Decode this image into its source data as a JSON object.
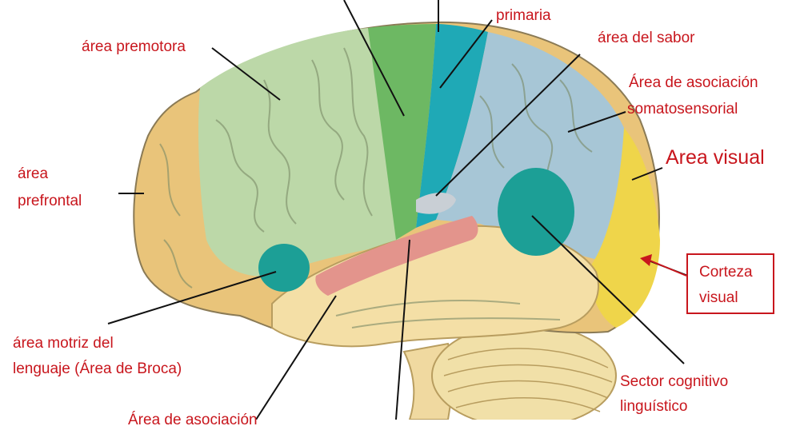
{
  "labels": {
    "primaria": "primaria",
    "premotora": "área premotora",
    "sabor": "área del sabor",
    "asociacion_1": "Área de asociación",
    "asociacion_2": "somatosensorial",
    "visual": "Area visual",
    "prefrontal_1": "área",
    "prefrontal_2": "prefrontal",
    "corteza_1": "Corteza",
    "corteza_2": "visual",
    "broca_1": "área motriz del",
    "broca_2": "lenguaje (Área de Broca)",
    "cognitivo_1": "Sector cognitivo",
    "cognitivo_2": "linguístico",
    "asociacion_auditiva_partial": "Área de asociación"
  },
  "colors": {
    "label_text": "#c8161d",
    "leader_line": "#111111",
    "prefrontal": "#e9c47a",
    "premotor": "#bcd8a8",
    "motor": "#6db863",
    "somatosensory": "#1fa9b6",
    "association": "#a7c6d6",
    "visual": "#efd54a",
    "temporal": "#f4dfa6",
    "auditory": "#e3948c",
    "cerebellum": "#f1e0a8",
    "brainstem": "#f0d9a0",
    "broca": "#1c9f96",
    "wernicke": "#1c9f96",
    "taste": "#c9cfd5"
  }
}
